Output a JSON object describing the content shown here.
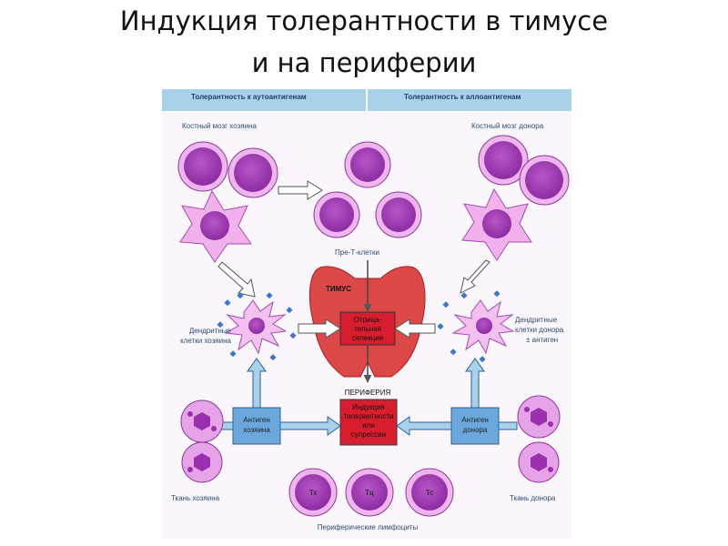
{
  "title": {
    "line1": "Индукция толерантности в тимусе",
    "line2": "и на периферии"
  },
  "diagram": {
    "header_left": "Толерантность к аутоантигенам",
    "header_right": "Толерантность к аллоантигенам",
    "bone_marrow_host": "Костный мозг хозяина",
    "bone_marrow_donor": "Костный мозг донора",
    "pre_t_cells": "Пре-Т-клетки",
    "thymus": "ТИМУС",
    "negative_selection": [
      "Отрица-",
      "тельная",
      "селекция"
    ],
    "periphery": "ПЕРИФЕРИЯ",
    "induction": [
      "Индукция",
      "толерантности",
      "или",
      "супрессии"
    ],
    "dc_host": [
      "Дендритные",
      "клетки хозяина"
    ],
    "dc_donor": [
      "Дендритные",
      "клетки донора",
      "± антиген"
    ],
    "antigen_host": [
      "Антиген",
      "хозяина"
    ],
    "antigen_donor": [
      "Антиген",
      "донора"
    ],
    "tissue_host": "Ткань хозяина",
    "tissue_donor": "Ткань донора",
    "lymphocytes": [
      "Тх",
      "Тц",
      "Тс"
    ],
    "peripheral_lymphocytes": "Периферические лимфоциты"
  },
  "colors": {
    "cell_fill": "#a33cb8",
    "cell_outer": "#f0b4ee",
    "thymus": "#dc4848",
    "header_bg": "#a9d1ea",
    "blue_box": "#6aa7dd",
    "red_box": "#d81e2e"
  }
}
